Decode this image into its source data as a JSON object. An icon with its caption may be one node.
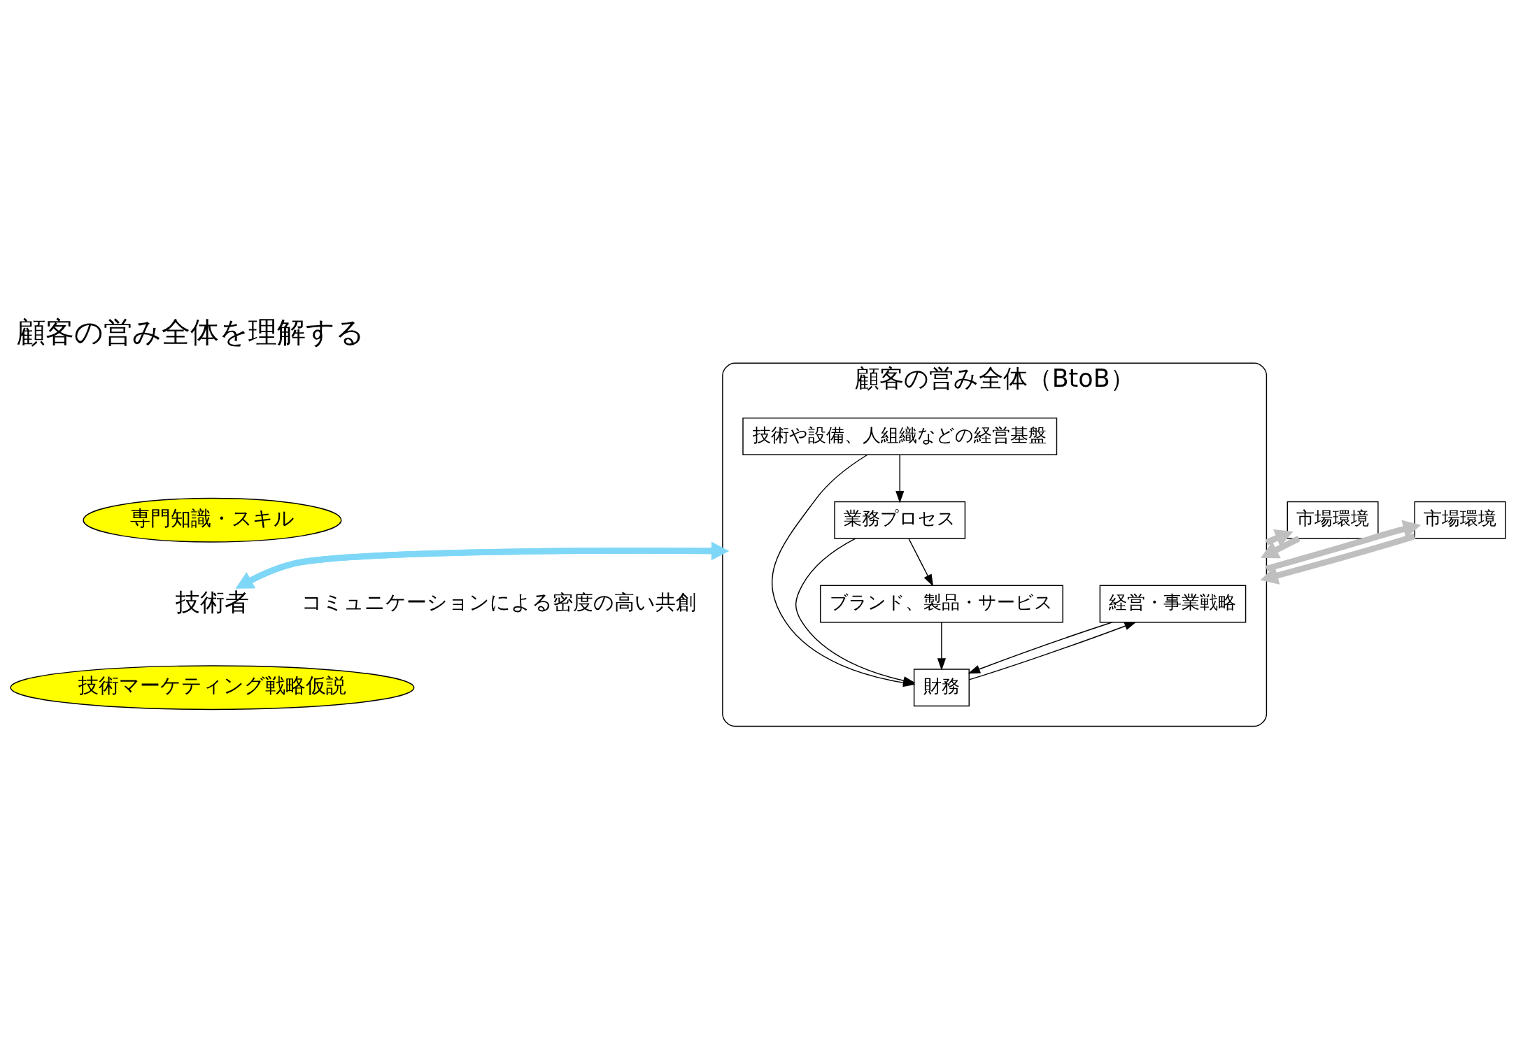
{
  "diagram": {
    "title": "顧客の営み全体を理解する",
    "nodes": [
      {
        "text": [
          "専門知識・スキル"
        ]
      },
      {
        "text": [
          "技術マーケティング戦略仮説"
        ]
      },
      {
        "text": [
          "技術者"
        ]
      },
      {
        "text": [
          "顧客の営み全体（BtoB）"
        ]
      },
      {
        "text": [
          "市場環境"
        ]
      },
      {
        "text": [
          "市場環境"
        ]
      },
      {
        "text": [
          "経営・事業戦略"
        ],
        "in": 3
      },
      {
        "text": [
          "財務"
        ],
        "in": 3
      },
      {
        "text": [
          "ブランド、製品・サービス"
        ],
        "in": 3
      },
      {
        "text": [
          "業務プロセス"
        ],
        "in": 3
      },
      {
        "text": [
          "技術や設備、人組織などの経営基盤"
        ],
        "in": 3
      }
    ],
    "edges": [
      {
        "from": 2,
        "to": 3,
        "arrow": "to",
        "style": "thick",
        "color": "#7fd7f7"
      },
      {
        "from": 3,
        "to": 2,
        "arrow": "to",
        "style": "thick",
        "color": "#7fd7f7"
      },
      {
        "from": 3,
        "to": 4,
        "arrow": "to",
        "style": "thick",
        "color": "#bfbfbf"
      },
      {
        "from": 4,
        "to": 3,
        "arrow": "to",
        "style": "thick",
        "color": "#bfbfbf"
      },
      {
        "from": 3,
        "to": 5,
        "arrow": "to",
        "style": "thick",
        "color": "#bfbfbf"
      },
      {
        "from": 5,
        "to": 3,
        "arrow": "to",
        "style": "thick",
        "color": "#bfbfbf"
      },
      {
        "from": 6,
        "to": 7,
        "arrow": "to"
      },
      {
        "from": 7,
        "to": 6,
        "arrow": "to"
      },
      {
        "from": 8,
        "to": 7,
        "arrow": "to"
      },
      {
        "from": 9,
        "to": 8,
        "arrow": "to"
      },
      {
        "from": 10,
        "to": 9,
        "arrow": "to"
      },
      {
        "from": 9,
        "to": 7,
        "arrow": "to"
      },
      {
        "from": 10,
        "to": 7,
        "arrow": "to"
      }
    ],
    "labels": [
      "コミュニケーションによる密度の高い共創"
    ]
  }
}
